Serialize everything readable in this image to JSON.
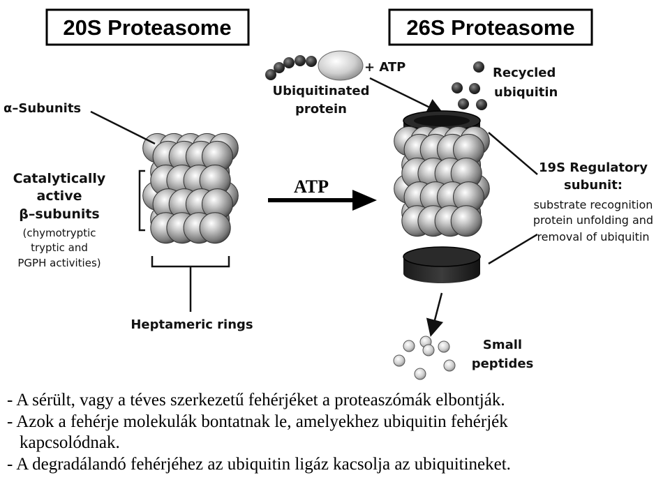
{
  "diagram": {
    "title_20s": "20S Proteasome",
    "title_26s": "26S Proteasome",
    "alpha_label": "α–Subunits",
    "catalytic_1": "Catalytically",
    "catalytic_2": "active",
    "catalytic_3": "β–subunits",
    "catalytic_4": "(chymotryptic",
    "catalytic_5": "tryptic and",
    "catalytic_6": "PGPH activities)",
    "heptameric": "Heptameric rings",
    "arrow_label": "ATP",
    "plus_atp": "+ ATP",
    "ubiq_1": "Ubiquitinated",
    "ubiq_2": "protein",
    "recycled_1": "Recycled",
    "recycled_2": "ubiquitin",
    "reg_1": "19S Regulatory",
    "reg_2": "subunit:",
    "reg_3": "substrate recognition",
    "reg_4": "protein unfolding and",
    "reg_5": "removal of ubiquitin",
    "small_1": "Small",
    "small_2": "peptides"
  },
  "notes": {
    "line1": "- A sérült, vagy a téves szerkezetű fehérjéket a proteaszómák elbontják.",
    "line2": "- Azok a fehérje molekulák bontatnak le, amelyekhez ubiquitin fehérjék",
    "line3": "kapcsolódnak.",
    "line4": "- A degradálandó fehérjéhez az ubiquitin ligáz kacsolja az ubiquitineket."
  }
}
